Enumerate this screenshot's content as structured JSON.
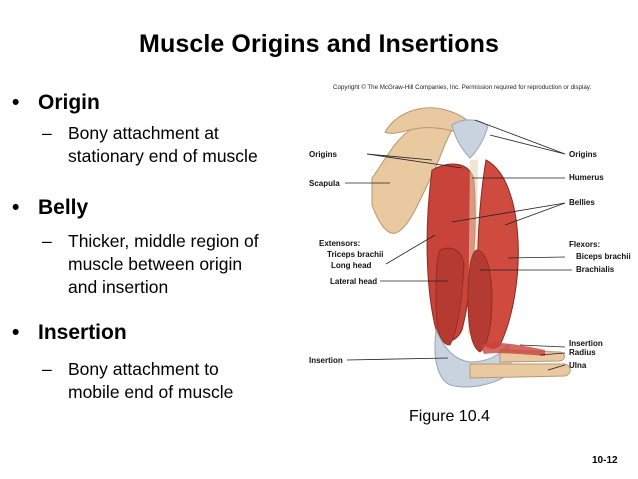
{
  "slide": {
    "title": "Muscle Origins and Insertions",
    "slide_number": "10-12"
  },
  "bullets": [
    {
      "marker": "•",
      "heading": "Origin",
      "dash": "–",
      "lines": [
        "Bony attachment at",
        "stationary end of muscle"
      ]
    },
    {
      "marker": "•",
      "heading": "Belly",
      "dash": "–",
      "lines": [
        "Thicker, middle region of",
        "muscle between origin",
        "and insertion"
      ]
    },
    {
      "marker": "•",
      "heading": "Insertion",
      "dash": "–",
      "lines": [
        "Bony attachment to",
        "mobile end of muscle"
      ]
    }
  ],
  "figure": {
    "copyright": "Copyright © The McGraw-Hill Companies, Inc. Permission required for reproduction or display.",
    "caption": "Figure 10.4",
    "labels": {
      "origins_left": "Origins",
      "scapula": "Scapula",
      "extensors": "Extensors:",
      "triceps": "Triceps brachii",
      "long_head": "Long head",
      "lateral_head": "Lateral head",
      "insertion_left": "Insertion",
      "origins_right": "Origins",
      "humerus": "Humerus",
      "bellies": "Bellies",
      "flexors": "Flexors:",
      "biceps": "Biceps brachii",
      "brachialis": "Brachialis",
      "insertion_right": "Insertion",
      "radius": "Radius",
      "ulna": "Ulna"
    },
    "colors": {
      "bone": "#e8c9a0",
      "muscle": "#c8443a",
      "tendon": "#c9d3e0"
    }
  }
}
